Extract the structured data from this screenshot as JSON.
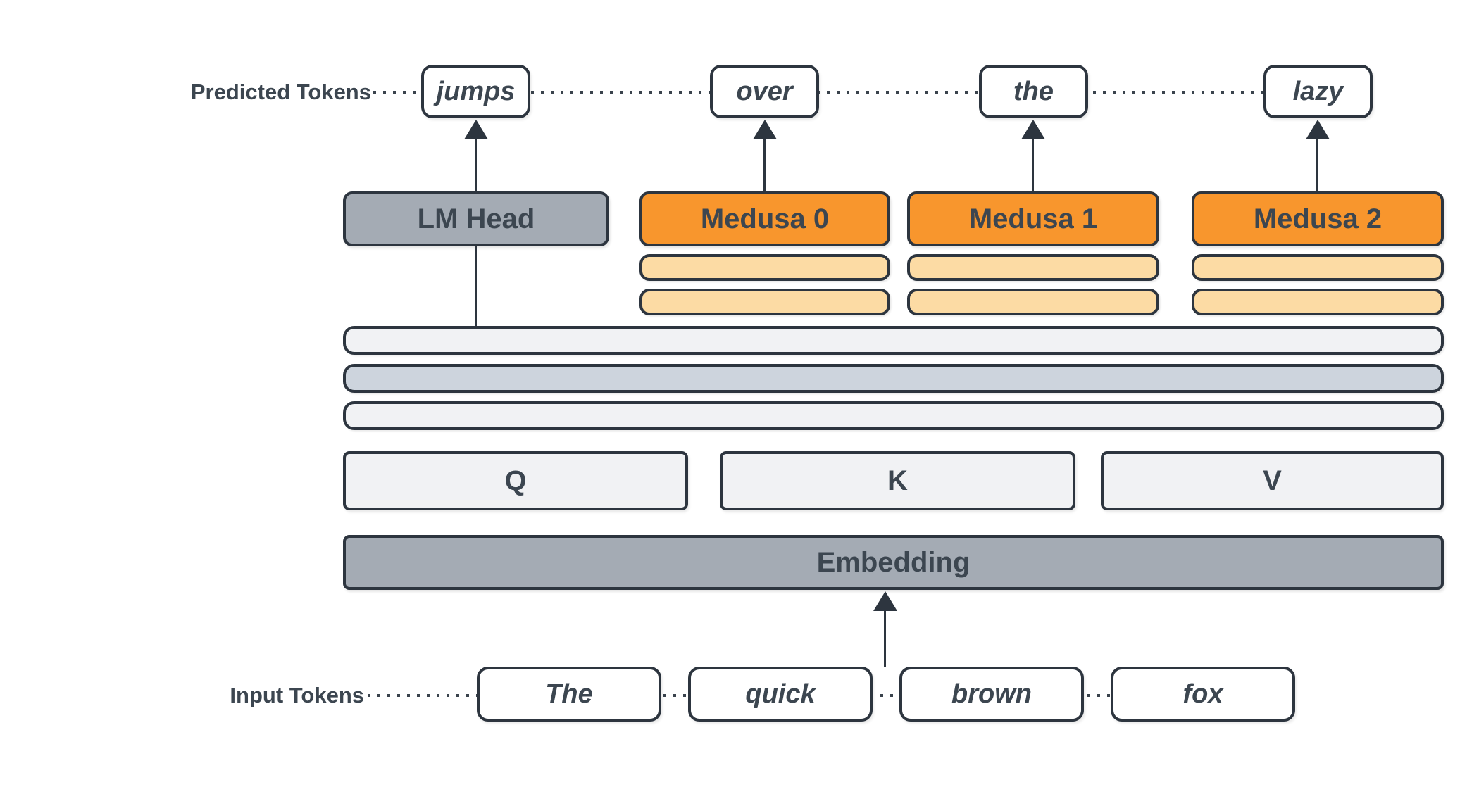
{
  "predicted": {
    "label": "Predicted Tokens",
    "tokens": [
      "jumps",
      "over",
      "the",
      "lazy"
    ]
  },
  "heads": {
    "lm": "LM Head",
    "medusa": [
      "Medusa 0",
      "Medusa 1",
      "Medusa 2"
    ]
  },
  "attention": {
    "q": "Q",
    "k": "K",
    "v": "V"
  },
  "embedding": {
    "label": "Embedding"
  },
  "input": {
    "label": "Input Tokens",
    "tokens": [
      "The",
      "quick",
      "brown",
      "fox"
    ]
  },
  "colors": {
    "ink": "#2D353F",
    "text": "#3C4650",
    "dotted": "#3A434D",
    "orange": "#F8962D",
    "tan": "#FCDBA4",
    "gray": "#A4ABB4",
    "light": "#F1F2F4",
    "mid": "#CDD4DD"
  }
}
